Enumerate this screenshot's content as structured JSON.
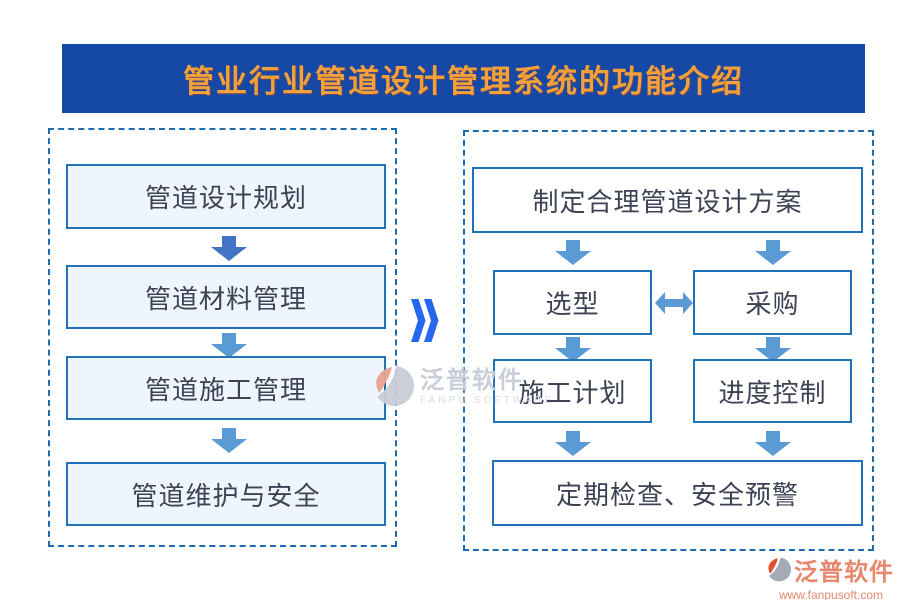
{
  "title": {
    "text": "管业行业管道设计管理系统的功能介绍"
  },
  "left_panel": {
    "items": [
      "管道设计规划",
      "管道材料管理",
      "管道施工管理",
      "管道维护与安全"
    ]
  },
  "connector": {
    "icon": "double-chevron-right"
  },
  "right_panel": {
    "top_box": "制定合理管道设计方案",
    "row1": [
      "选型",
      "采购"
    ],
    "row2": [
      "施工计划",
      "进度控制"
    ],
    "bottom_box": "定期检查、安全预警"
  },
  "watermark_center": {
    "brand": "泛普软件",
    "brand_en": "FANPU SOFTWARE"
  },
  "footer_brand": {
    "brand": "泛普软件",
    "website": "www.fanpusoft.com"
  },
  "colors": {
    "banner_bg": "#1549a5",
    "title_text": "#f2a13a",
    "dashed_border": "#1e6cb0",
    "node_border": "#2173b9",
    "left_node_fill": "#eef5fc",
    "arrow_dark": "#4472c4",
    "arrow_light": "#5b9bd5",
    "chevron_blue": "#2667f0",
    "footer_text": "#e5886e"
  }
}
